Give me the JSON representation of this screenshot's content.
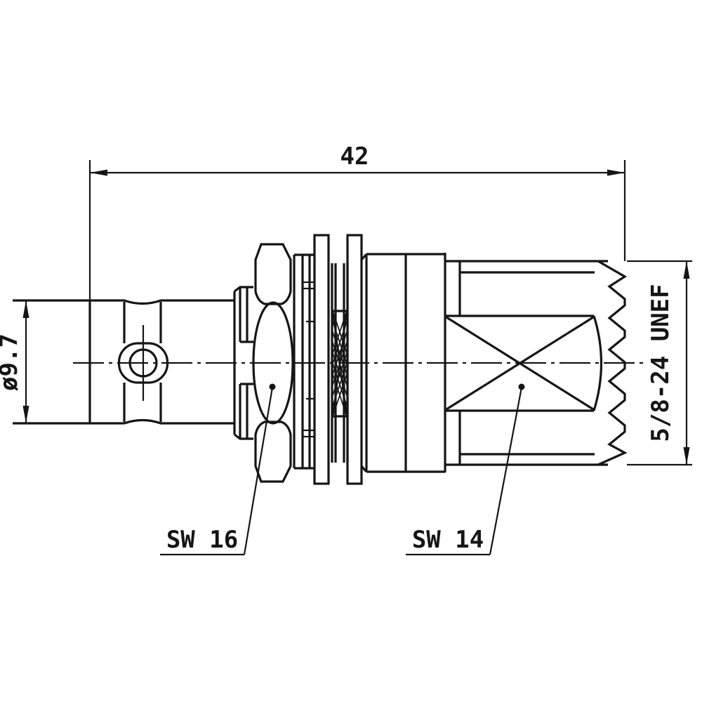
{
  "drawing": {
    "background_color": "#ffffff",
    "line_color": "#151515",
    "dimensions": {
      "overall_length": {
        "value": "42"
      },
      "body_diameter": {
        "value": "ø9.7"
      },
      "coupling_thread": {
        "value": "5/8-24 UNEF"
      }
    },
    "callouts": {
      "sw16": {
        "label": "SW 16"
      },
      "sw14": {
        "label": "SW 14"
      }
    }
  }
}
